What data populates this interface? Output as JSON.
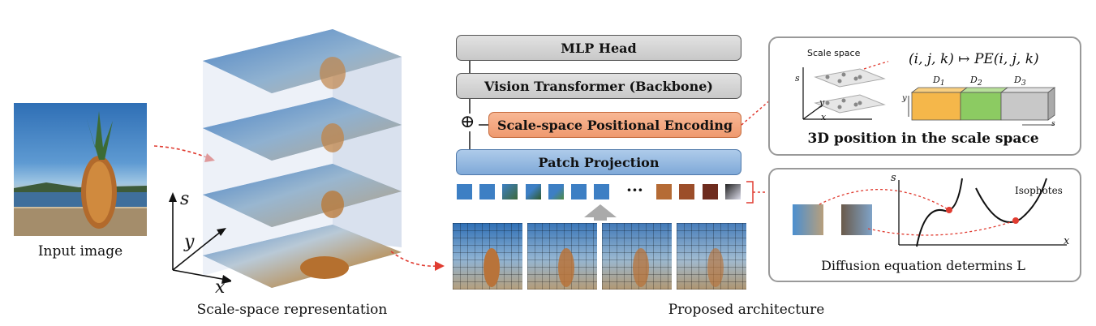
{
  "captions": {
    "input_image": "Input image",
    "scale_space_repr": "Scale-space representation",
    "proposed_arch": "Proposed architecture"
  },
  "axes3d": {
    "s": "s",
    "y": "y",
    "x": "x"
  },
  "architecture": {
    "mlp_head": "MLP Head",
    "backbone": "Vision Transformer (Backbone)",
    "pos_encoding": "Scale-space Positional Encoding",
    "patch_projection": "Patch Projection",
    "plus": "⊕",
    "ellipsis": "···"
  },
  "top_panel": {
    "scale_space": "Scale space",
    "formula": "(i, j, k) ↦ PE(i, j, k)",
    "axis_s": "s",
    "axis_y": "y",
    "axis_x": "x",
    "emb_y": "y",
    "emb_s": "s",
    "d1": "D",
    "d1_sub": "1",
    "d2": "D",
    "d2_sub": "2",
    "d3": "D",
    "d3_sub": "3",
    "caption": "3D position in the scale space"
  },
  "bottom_panel": {
    "axis_s": "s",
    "axis_x": "x",
    "isophotes": "Isophotes",
    "caption": "Diffusion equation determins L"
  },
  "colors": {
    "orange": "#f5b74a",
    "green": "#8ccb62",
    "gray": "#c8c8c8",
    "red_arrow": "#e03c31",
    "token_blue": "#3d7fc4"
  }
}
